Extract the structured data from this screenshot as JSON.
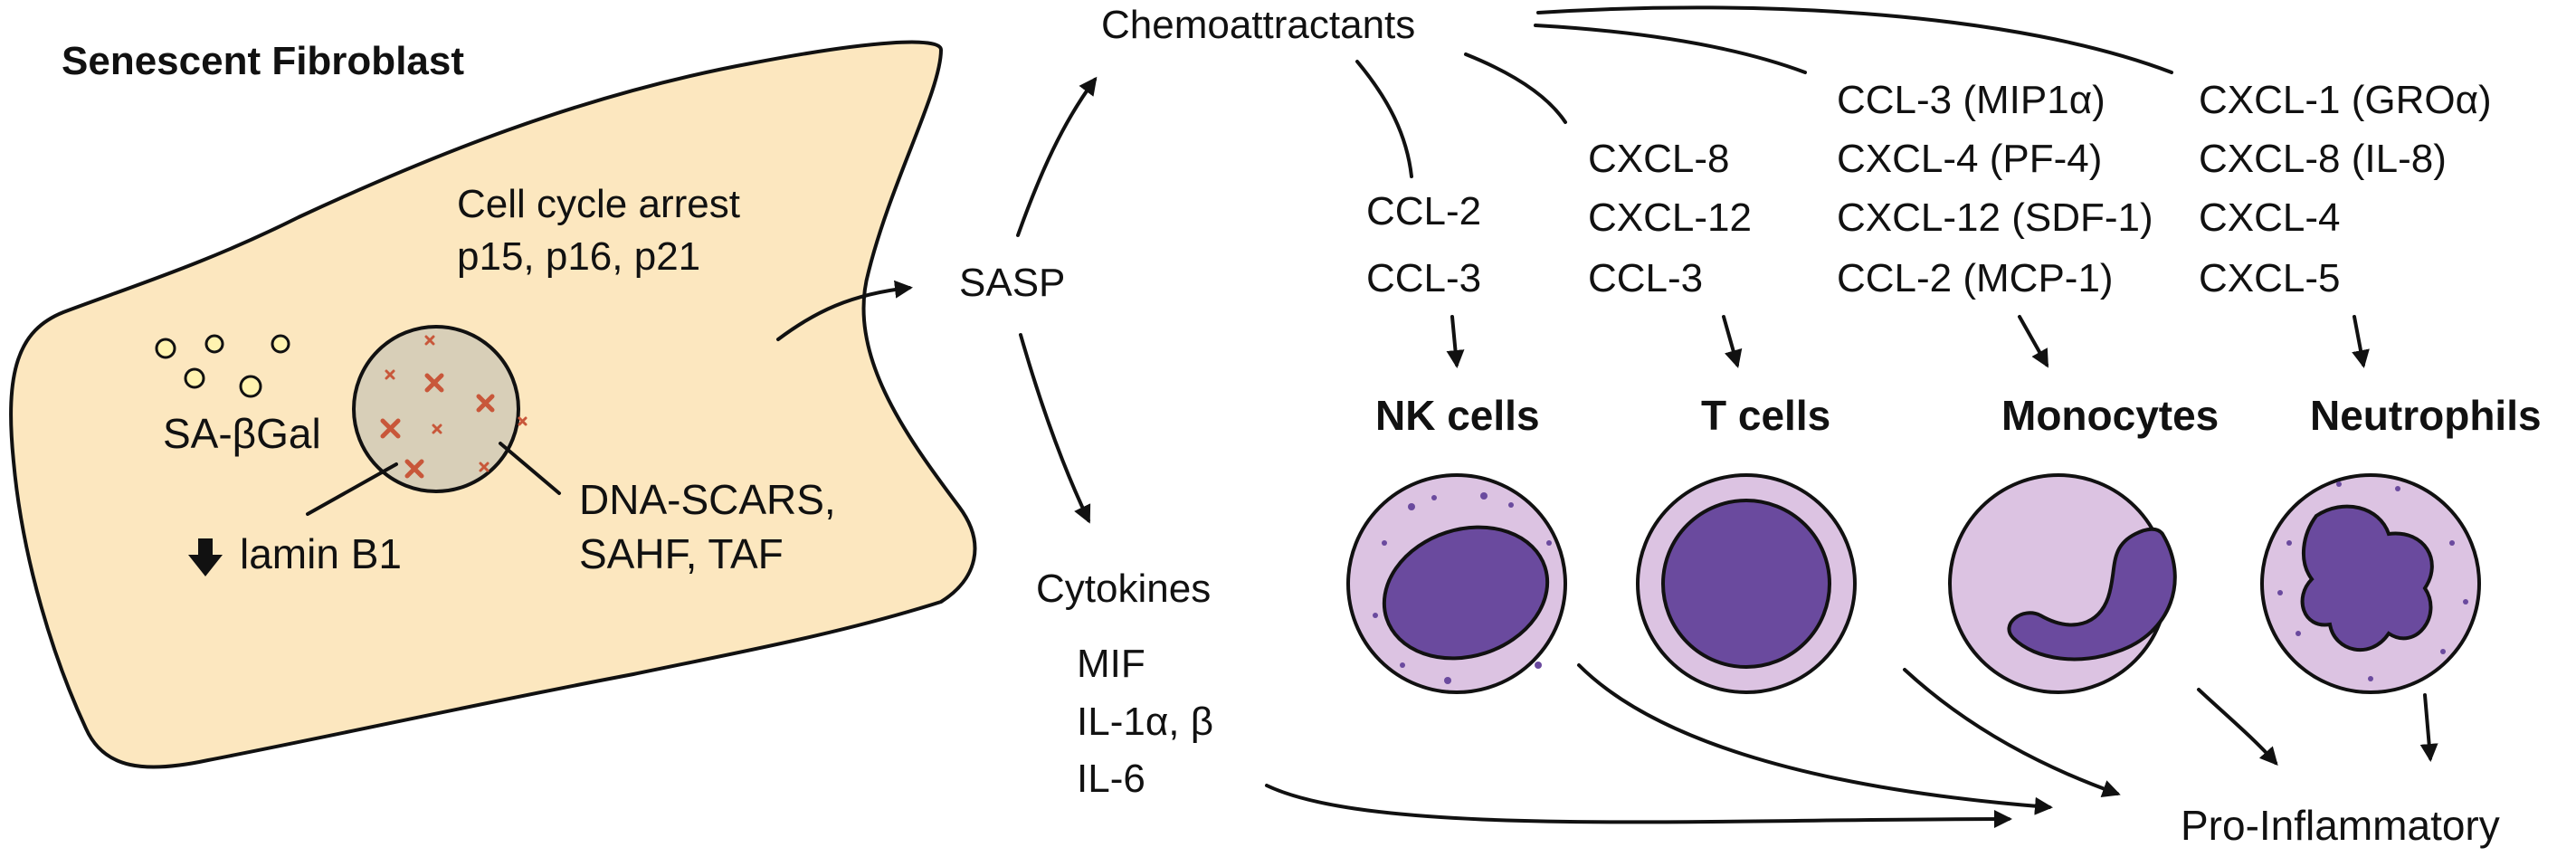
{
  "colors": {
    "cell_fill": "#FCE7BF",
    "nucleus_fill": "#D8CFB8",
    "dna_marks": "#C8573A",
    "granule_fill": "#FFF3B0",
    "immune_cytoplasm": "#DCC3E2",
    "immune_nucleus": "#6A4A9E",
    "outline": "#111111"
  },
  "fibroblast": {
    "title": "Senescent Fibroblast",
    "arrest_line1": "Cell cycle arrest",
    "arrest_line2": "p15, p16, p21",
    "sa_bgal": "SA-βGal",
    "lamin": "lamin B1",
    "dna_line1": "DNA-SCARS,",
    "dna_line2": "SAHF, TAF"
  },
  "sasp": "SASP",
  "chemo": {
    "title": "Chemoattractants"
  },
  "cytokines": {
    "title": "Cytokines",
    "items": [
      "MIF",
      "IL-1α, β",
      "IL-6"
    ]
  },
  "cells": [
    {
      "name": "NK cells",
      "chemokines": [
        "CCL-2",
        "CCL-3"
      ]
    },
    {
      "name": "T cells",
      "chemokines": [
        "CXCL-8",
        "CXCL-12",
        "CCL-3"
      ]
    },
    {
      "name": "Monocytes",
      "chemokines": [
        "CCL-3 (MIP1α)",
        "CXCL-4 (PF-4)",
        "CXCL-12 (SDF-1)",
        "CCL-2 (MCP-1)"
      ]
    },
    {
      "name": "Neutrophils",
      "chemokines": [
        "CXCL-1 (GROα)",
        "CXCL-8 (IL-8)",
        "CXCL-4",
        "CXCL-5"
      ]
    }
  ],
  "outcome": "Pro-Inflammatory"
}
